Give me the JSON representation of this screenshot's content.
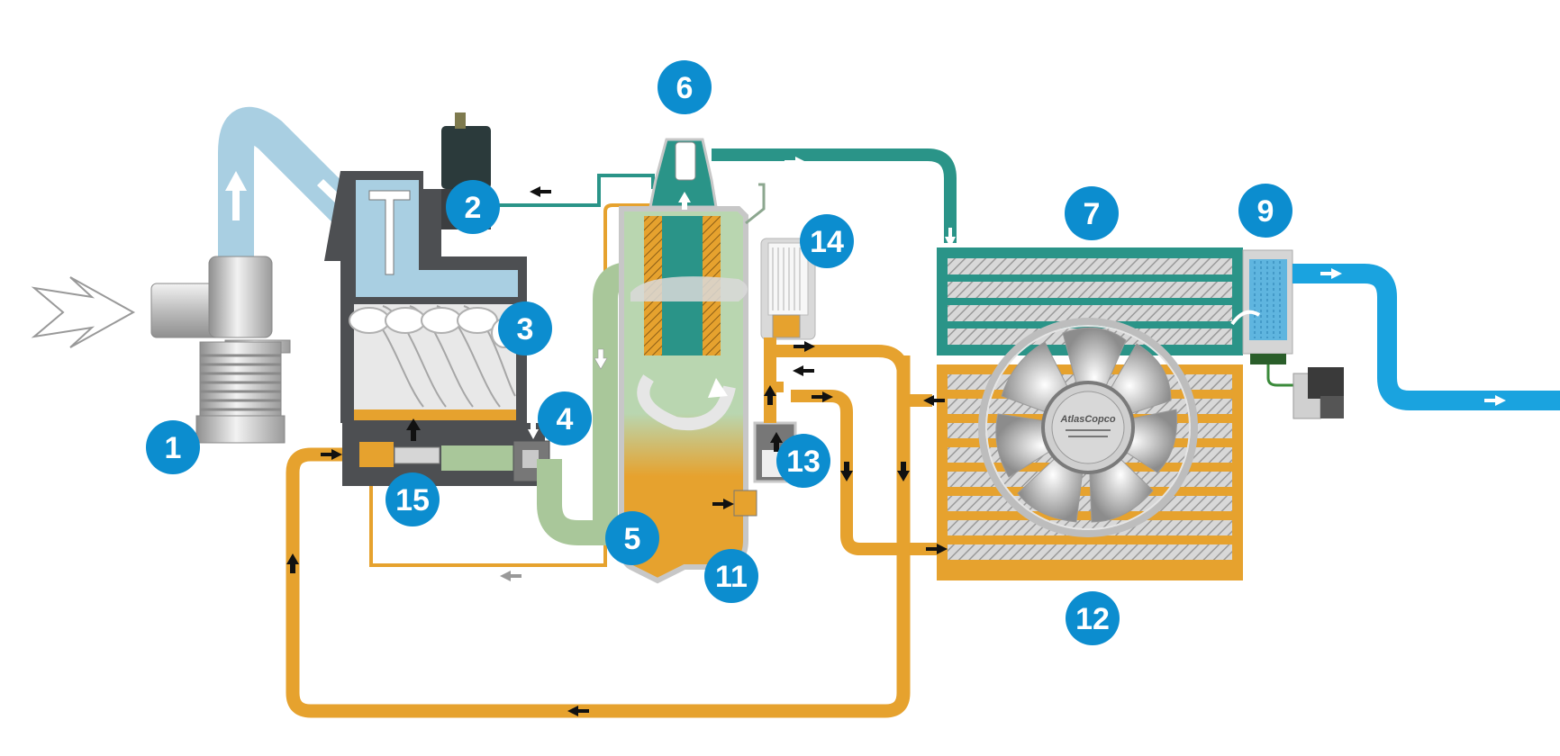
{
  "colors": {
    "intake_air": "#a9cfe2",
    "compressed_air": "#2a9488",
    "oil": "#e6a22e",
    "oil_air_mix": "#a9c79a",
    "outlet_air": "#1aa3df",
    "callout": "#0c8dcf",
    "casing": "#4d4f52"
  },
  "callouts": [
    {
      "id": "c1",
      "label": "1"
    },
    {
      "id": "c2",
      "label": "2"
    },
    {
      "id": "c3",
      "label": "3"
    },
    {
      "id": "c4",
      "label": "4"
    },
    {
      "id": "c5",
      "label": "5"
    },
    {
      "id": "c6",
      "label": "6"
    },
    {
      "id": "c7",
      "label": "7"
    },
    {
      "id": "c9",
      "label": "9"
    },
    {
      "id": "c11",
      "label": "11"
    },
    {
      "id": "c12",
      "label": "12"
    },
    {
      "id": "c13",
      "label": "13"
    },
    {
      "id": "c14",
      "label": "14"
    },
    {
      "id": "c15",
      "label": "15"
    }
  ],
  "logo": {
    "text": "AtlasCopco"
  }
}
